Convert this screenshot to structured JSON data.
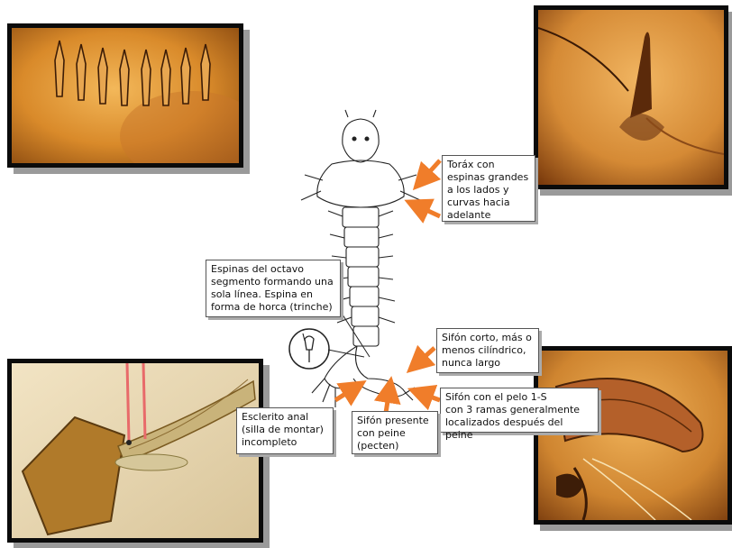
{
  "colors": {
    "arrow": "#f07d2a",
    "pink_pointer": "#e86a6a",
    "frame": "#0b0b0b",
    "amber_dark": "#8a4a10",
    "amber_light": "#e8a64a"
  },
  "callouts": {
    "torax": "Toráx con\nespinas grandes\na los lados y\ncurvas hacia\nadelante",
    "espinas_octavo": "Espinas del octavo\nsegmento formando una\nsola línea. Espina en\nforma de horca (trinche)",
    "sifon_corto": "Sifón corto, más o\nmenos cilíndrico,\nnunca largo",
    "pelo_1s": "Sifón con el pelo 1-S\ncon 3 ramas generalmente\nlocalizados después del peine",
    "esclerito_anal": "Esclerito anal\n(silla de montar)\nincompleto",
    "sifon_peine": "Sifón presente\ncon peine\n(pecten)"
  },
  "icons": {
    "magnifier": "detail-circle-icon"
  }
}
